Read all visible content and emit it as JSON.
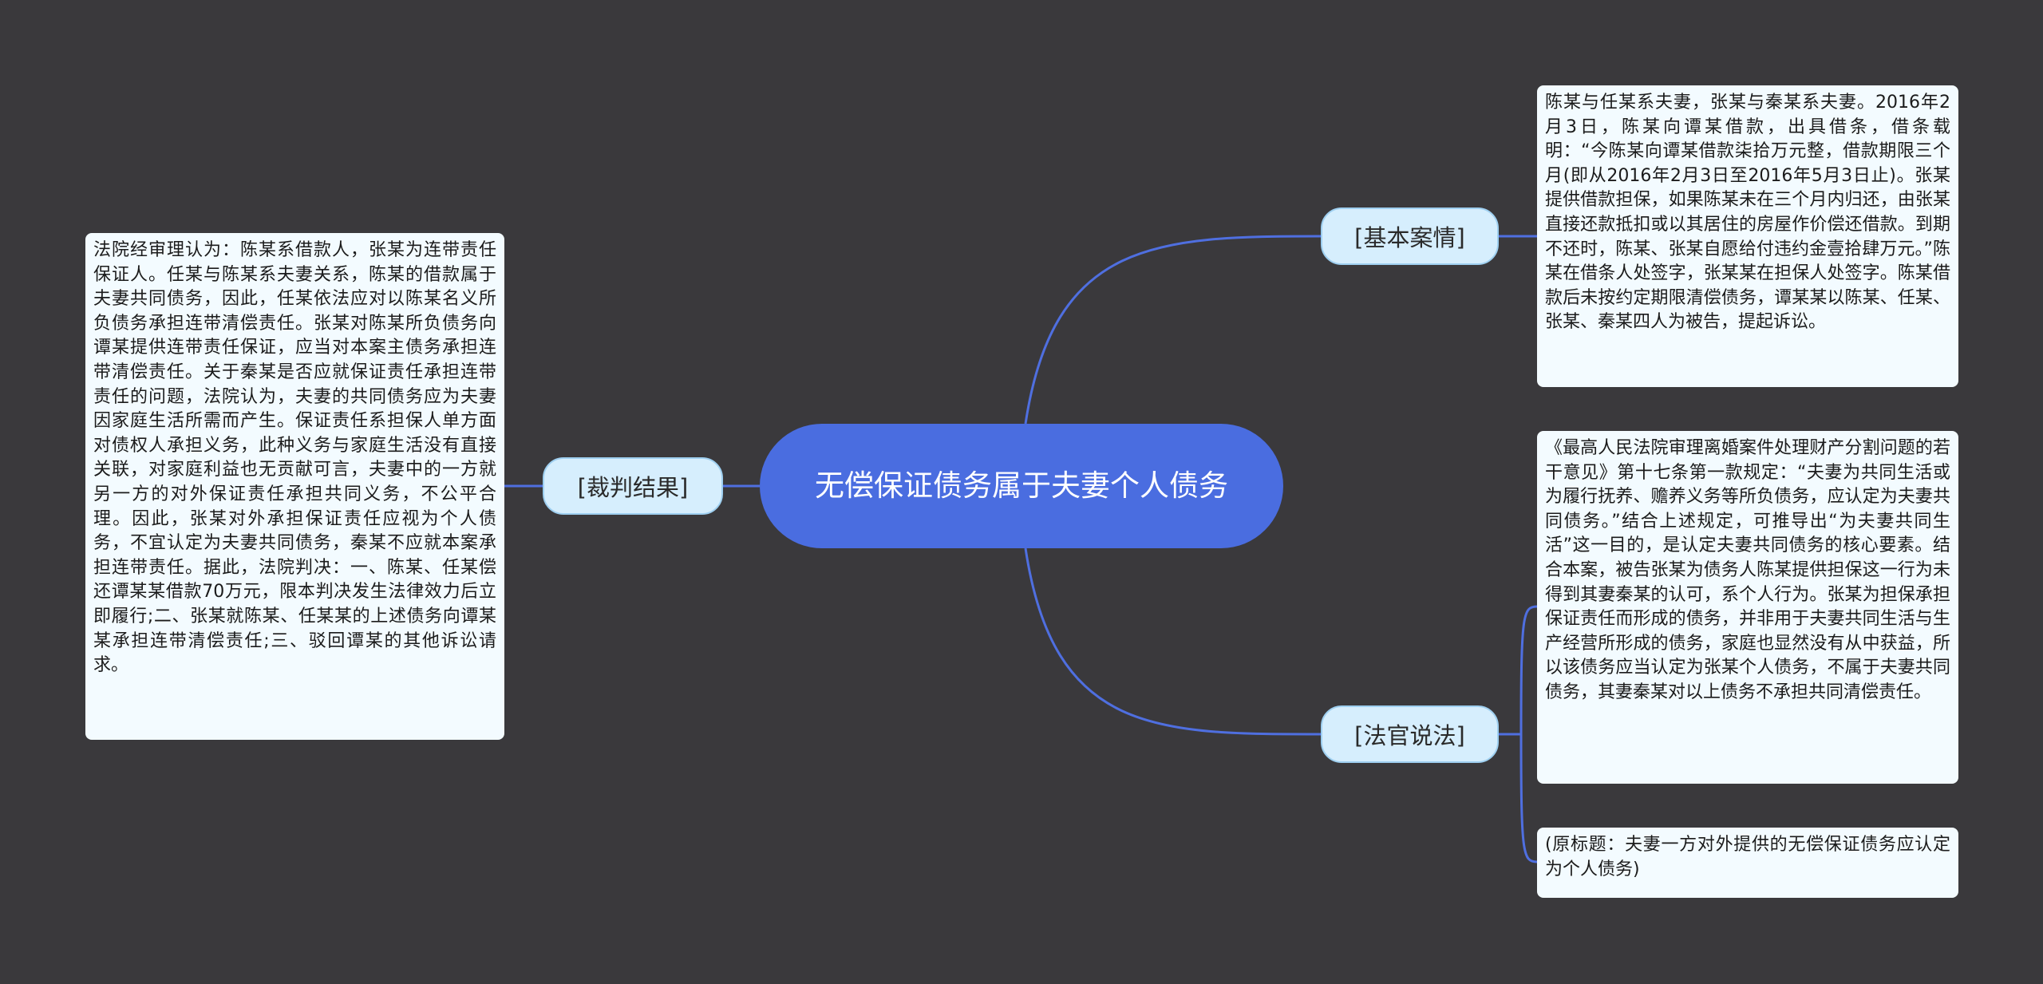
{
  "root": {
    "title": "无偿保证债务属于夫妻个人债务"
  },
  "branches": {
    "case": {
      "label": "[基本案情]",
      "text": "陈某与任某系夫妻，张某与秦某系夫妻。2016年2月3日，陈某向谭某借款，出具借条，借条载明：“今陈某向谭某借款柒拾万元整，借款期限三个月(即从2016年2月3日至2016年5月3日止)。张某提供借款担保，如果陈某未在三个月内归还，由张某直接还款抵扣或以其居住的房屋作价偿还借款。到期不还时，陈某、张某自愿给付违约金壹拾肆万元。”陈某在借条人处签字，张某某在担保人处签字。陈某借款后未按约定期限清偿债务，谭某某以陈某、任某、张某、秦某四人为被告，提起诉讼。"
    },
    "judgment": {
      "label": "[裁判结果]",
      "text": "法院经审理认为：陈某系借款人，张某为连带责任保证人。任某与陈某系夫妻关系，陈某的借款属于夫妻共同债务，因此，任某依法应对以陈某名义所负债务承担连带清偿责任。张某对陈某所负债务向谭某提供连带责任保证，应当对本案主债务承担连带清偿责任。关于秦某是否应就保证责任承担连带责任的问题，法院认为，夫妻的共同债务应为夫妻因家庭生活所需而产生。保证责任系担保人单方面对债权人承担义务，此种义务与家庭生活没有直接关联，对家庭利益也无贡献可言，夫妻中的一方就另一方的对外保证责任承担共同义务，不公平合理。因此，张某对外承担保证责任应视为个人债务，不宜认定为夫妻共同债务，秦某不应就本案承担连带责任。据此，法院判决：一、陈某、任某偿还谭某某借款70万元，限本判决发生法律效力后立即履行;二、张某就陈某、任某某的上述债务向谭某某承担连带清偿责任;三、驳回谭某的其他诉讼请求。"
    },
    "judge": {
      "label": "[法官说法]",
      "text": "《最高人民法院审理离婚案件处理财产分割问题的若干意见》第十七条第一款规定：“夫妻为共同生活或为履行抚养、赡养义务等所负债务，应认定为夫妻共同债务。”结合上述规定，可推导出“为夫妻共同生活”这一目的，是认定夫妻共同债务的核心要素。结合本案，被告张某为债务人陈某提供担保这一行为未得到其妻秦某的认可，系个人行为。张某为担保承担保证责任而形成的债务，并非用于夫妻共同生活与生产经营所形成的债务，家庭也显然没有从中获益，所以该债务应当认定为张某个人债务，不属于夫妻共同债务，其妻秦某对以上债务不承担共同清偿责任。",
      "note": "(原标题：夫妻一方对外提供的无偿保证债务应认定为个人债务)"
    }
  },
  "colors": {
    "background": "#3a393c",
    "root": "#4a6de0",
    "branch": "#d6eefd",
    "card": "#f3fbff",
    "line": "#4f6fe0"
  }
}
